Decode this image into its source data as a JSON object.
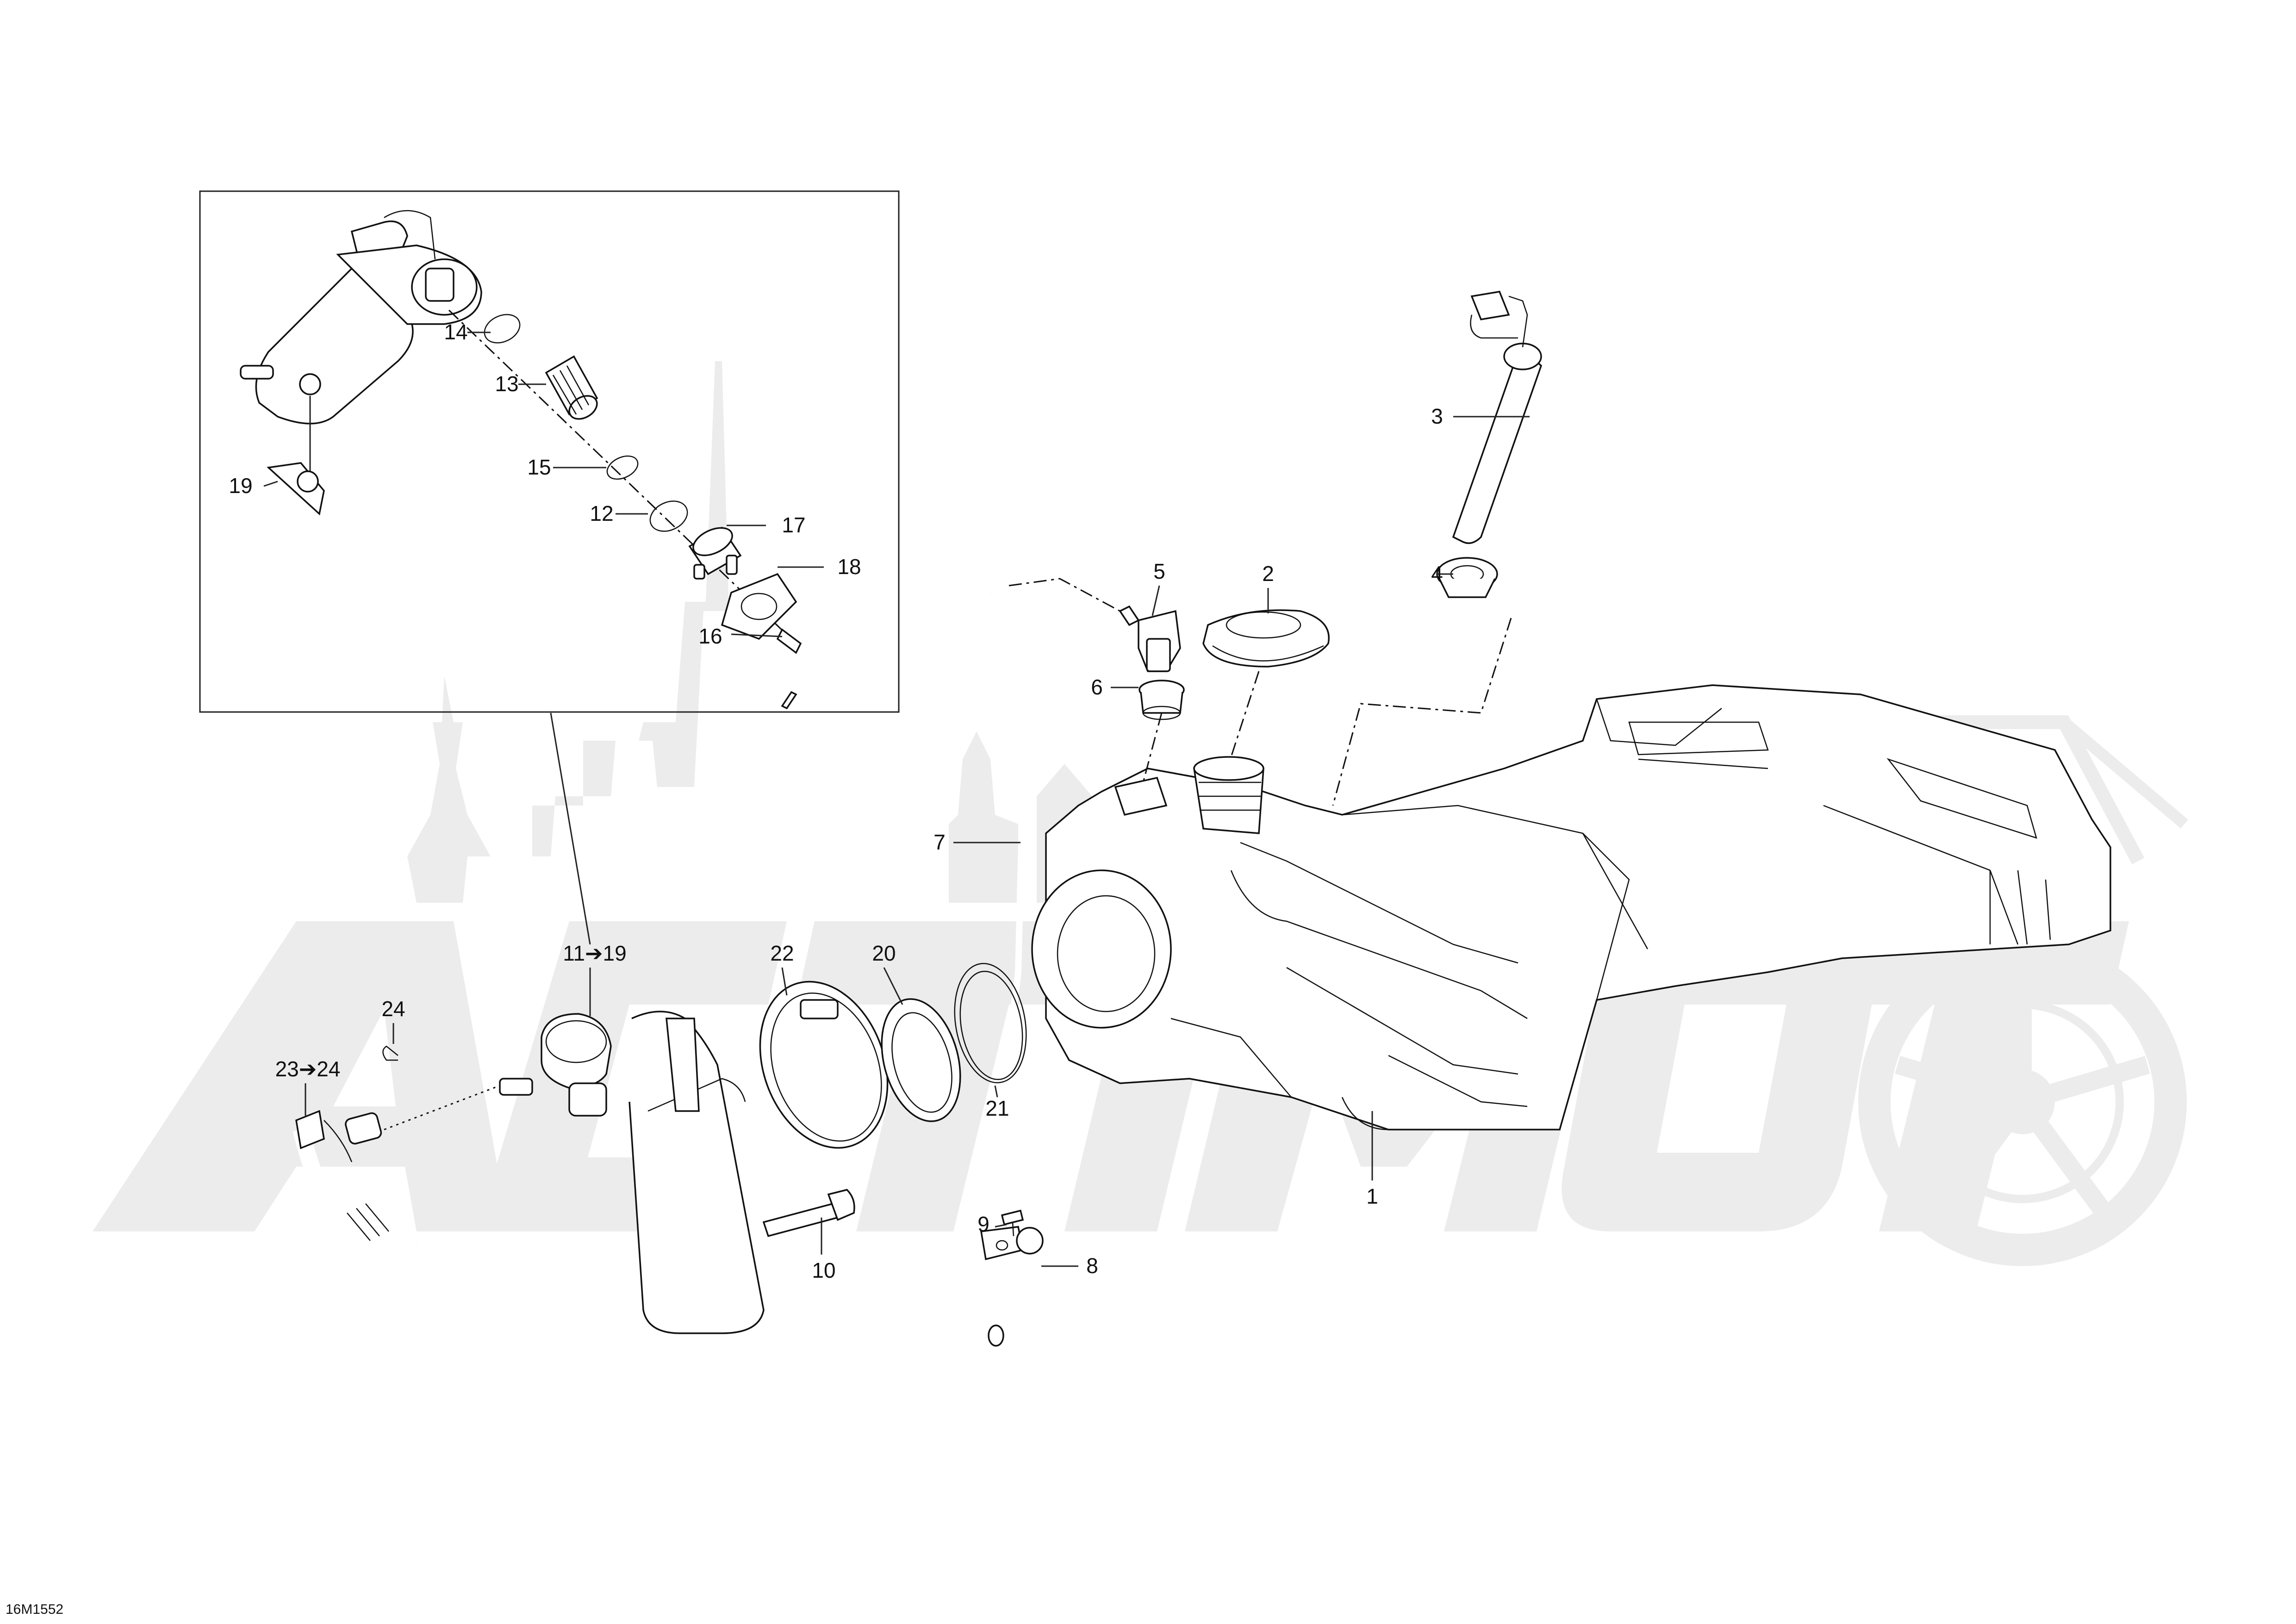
{
  "watermark": {
    "text": "ACTIMOTO"
  },
  "drawing_id": "16M1552",
  "callouts": [
    {
      "id": "1",
      "label": "1"
    },
    {
      "id": "2",
      "label": "2"
    },
    {
      "id": "3",
      "label": "3"
    },
    {
      "id": "4",
      "label": "4"
    },
    {
      "id": "5",
      "label": "5"
    },
    {
      "id": "6",
      "label": "6"
    },
    {
      "id": "7",
      "label": "7"
    },
    {
      "id": "8",
      "label": "8"
    },
    {
      "id": "9",
      "label": "9"
    },
    {
      "id": "10",
      "label": "10"
    },
    {
      "id": "11-19",
      "label": "11➔19"
    },
    {
      "id": "12",
      "label": "12"
    },
    {
      "id": "13",
      "label": "13"
    },
    {
      "id": "14",
      "label": "14"
    },
    {
      "id": "15",
      "label": "15"
    },
    {
      "id": "16",
      "label": "16"
    },
    {
      "id": "17",
      "label": "17"
    },
    {
      "id": "18",
      "label": "18"
    },
    {
      "id": "19",
      "label": "19"
    },
    {
      "id": "20",
      "label": "20"
    },
    {
      "id": "21",
      "label": "21"
    },
    {
      "id": "22",
      "label": "22"
    },
    {
      "id": "23-24",
      "label": "23➔24"
    },
    {
      "id": "24",
      "label": "24"
    }
  ]
}
